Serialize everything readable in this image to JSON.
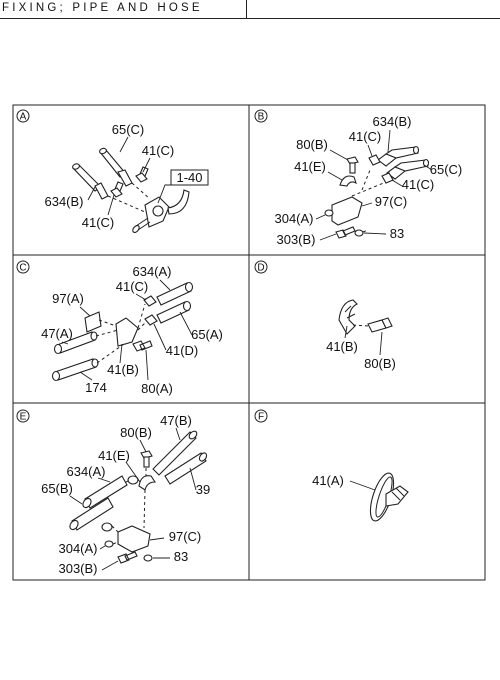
{
  "header": {
    "title": "FIXING; PIPE AND HOSE"
  },
  "panels": [
    {
      "letter": "A",
      "labels": [
        "65(C)",
        "41(C)",
        "1-40",
        "634(B)",
        "41(C)"
      ]
    },
    {
      "letter": "B",
      "labels": [
        "634(B)",
        "80(B)",
        "41(C)",
        "41(E)",
        "65(C)",
        "41(C)",
        "97(C)",
        "304(A)",
        "303(B)",
        "83"
      ]
    },
    {
      "letter": "C",
      "labels": [
        "634(A)",
        "41(C)",
        "97(A)",
        "47(A)",
        "65(A)",
        "41(D)",
        "41(B)",
        "80(A)",
        "174"
      ]
    },
    {
      "letter": "D",
      "labels": [
        "41(B)",
        "80(B)"
      ]
    },
    {
      "letter": "E",
      "labels": [
        "47(B)",
        "80(B)",
        "41(E)",
        "634(A)",
        "39",
        "65(B)",
        "97(C)",
        "304(A)",
        "83",
        "303(B)"
      ]
    },
    {
      "letter": "F",
      "labels": [
        "41(A)"
      ]
    }
  ]
}
